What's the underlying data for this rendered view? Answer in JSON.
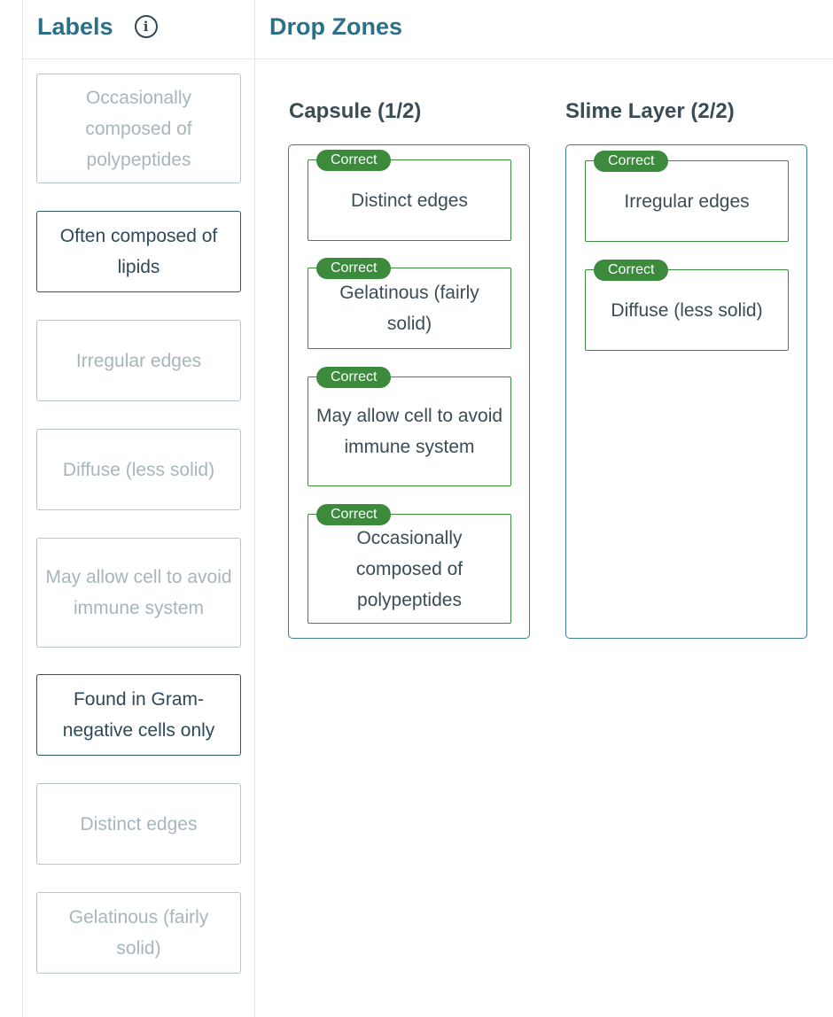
{
  "labels_panel": {
    "title": "Labels",
    "info_icon": "info-circle-icon",
    "cards": [
      {
        "text": "Occasionally composed of polypeptides",
        "state": "used"
      },
      {
        "text": "Often composed of lipids",
        "state": "available"
      },
      {
        "text": "Irregular edges",
        "state": "used"
      },
      {
        "text": "Diffuse (less solid)",
        "state": "used"
      },
      {
        "text": "May allow cell to avoid immune system",
        "state": "used"
      },
      {
        "text": "Found in Gram-negative cells only",
        "state": "available"
      },
      {
        "text": "Distinct edges",
        "state": "used"
      },
      {
        "text": "Gelatinous (fairly solid)",
        "state": "used"
      }
    ]
  },
  "zones_panel": {
    "title": "Drop Zones",
    "zones": [
      {
        "title": "Capsule (1/2)",
        "items": [
          {
            "badge": "Correct",
            "text": "Distinct edges"
          },
          {
            "badge": "Correct",
            "text": "Gelatinous (fairly solid)"
          },
          {
            "badge": "Correct",
            "text": "May allow cell to avoid immune system"
          },
          {
            "badge": "Correct",
            "text": "Occasionally composed of polypeptides"
          }
        ]
      },
      {
        "title": "Slime Layer (2/2)",
        "items": [
          {
            "badge": "Correct",
            "text": "Irregular edges"
          },
          {
            "badge": "Correct",
            "text": "Diffuse (less solid)"
          }
        ]
      }
    ]
  },
  "colors": {
    "heading": "#2b7088",
    "correct_green": "#3c8a3c",
    "zone_border": "#3f7d92",
    "active_card_border": "#2c5566",
    "used_card_border": "#b3c6cd"
  }
}
